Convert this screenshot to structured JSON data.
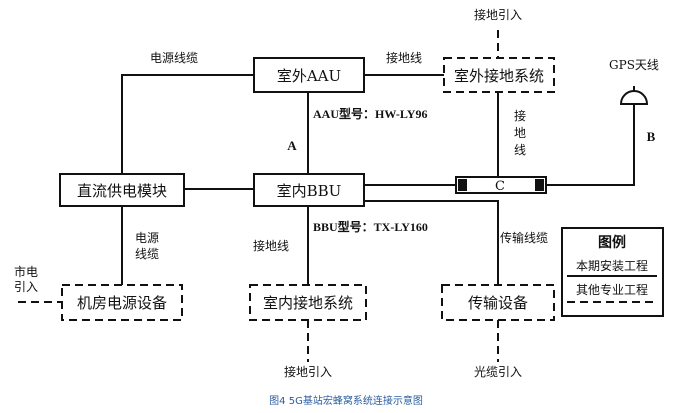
{
  "diagram": {
    "nodes": {
      "aau": "室外AAU",
      "outdoor_ground": "室外接地系统",
      "dc_power": "直流供电模块",
      "bbu": "室内BBU",
      "room_power": "机房电源设备",
      "indoor_ground": "室内接地系统",
      "transmission": "传输设备",
      "gps_antenna": "GPS天线",
      "c_device": "C"
    },
    "labels": {
      "power_cable_top": "电源线缆",
      "ground_wire_top": "接地线",
      "ground_intro_top": "接地引入",
      "aau_model": "AAU型号：HW-LY96",
      "link_a": "A",
      "link_b": "B",
      "ground_wire_vertical": [
        "接",
        "地",
        "线"
      ],
      "bbu_model": "BBU型号：TX-LY160",
      "power_cable_left": [
        "电源",
        "线缆"
      ],
      "ground_wire_bottom": "接地线",
      "transmission_cable": "传输线缆",
      "mains_intro": [
        "市电",
        "引入"
      ],
      "ground_intro_bottom": "接地引入",
      "fiber_intro": "光缆引入"
    },
    "legend": {
      "title": "图例",
      "items": [
        "本期安装工程",
        "其他专业工程"
      ]
    },
    "caption": "图4 5G基站宏蜂窝系统连接示意图"
  }
}
